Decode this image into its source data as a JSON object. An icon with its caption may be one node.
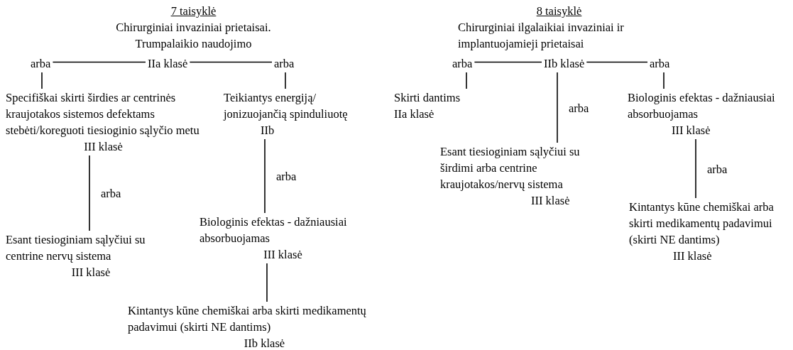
{
  "diagram": {
    "nodes": [
      {
        "text": [
          "7 taisyklė",
          "Chirurginiai invaziniai prietaisai. Trumpalaikio naudojimo"
        ]
      },
      {
        "text": [
          "IIa klasė"
        ]
      },
      {
        "text": [
          "arba"
        ]
      },
      {
        "text": [
          "arba"
        ]
      },
      {
        "text": [
          "Specifiškai skirti širdies ar centrinės kraujotakos sistemos defektams stebėti/koreguoti tiesioginio sąlyčio metu",
          "III klasė"
        ]
      },
      {
        "text": [
          "Teikiantys energiją/ jonizuojančią spinduliuotę",
          "IIb"
        ]
      },
      {
        "text": [
          "Esant tiesioginiam sąlyčiui su centrine nervų sistema",
          "III klasė"
        ]
      },
      {
        "text": [
          "Biologinis efektas - dažniausiai absorbuojamas",
          "III klasė"
        ]
      },
      {
        "text": [
          "Kintantys kūne chemiškai arba skirti medikamentų padavimui (skirti NE dantims)",
          "IIb klasė"
        ]
      },
      {
        "text": [
          "8 taisyklė",
          "Chirurginiai ilgalaikiai invaziniai ir implantuojamieji prietaisai"
        ]
      },
      {
        "text": [
          "IIb klasė"
        ]
      },
      {
        "text": [
          "arba"
        ]
      },
      {
        "text": [
          "arba"
        ]
      },
      {
        "text": [
          "Skirti dantims",
          "IIa klasė"
        ]
      },
      {
        "text": [
          "Esant tiesioginiam sąlyčiui su širdimi arba centrine kraujotakos/nervų sistema",
          "III klasė"
        ]
      },
      {
        "text": [
          "Biologinis efektas - dažniausiai absorbuojamas",
          "III klasė"
        ]
      },
      {
        "text": [
          "Kintantys kūne chemiškai arba skirti medikamentų padavimui (skirti NE dantims)",
          "III klasė"
        ]
      }
    ],
    "edges": [
      {
        "from": 1,
        "to": 2,
        "arrow": "none"
      },
      {
        "from": 1,
        "to": 3,
        "arrow": "none"
      },
      {
        "from": 2,
        "to": 4,
        "arrow": "none"
      },
      {
        "from": 3,
        "to": 5,
        "arrow": "none"
      },
      {
        "from": 4,
        "to": 6,
        "arrow": "none",
        "label": "arba"
      },
      {
        "from": 5,
        "to": 7,
        "arrow": "none",
        "label": "arba"
      },
      {
        "from": 7,
        "to": 8,
        "arrow": "none"
      },
      {
        "from": 10,
        "to": 11,
        "arrow": "none"
      },
      {
        "from": 10,
        "to": 12,
        "arrow": "none"
      },
      {
        "from": 11,
        "to": 13,
        "arrow": "none"
      },
      {
        "from": 10,
        "to": 14,
        "arrow": "none",
        "label": "arba"
      },
      {
        "from": 12,
        "to": 15,
        "arrow": "none"
      },
      {
        "from": 15,
        "to": 16,
        "arrow": "none",
        "label": "arba"
      }
    ]
  }
}
